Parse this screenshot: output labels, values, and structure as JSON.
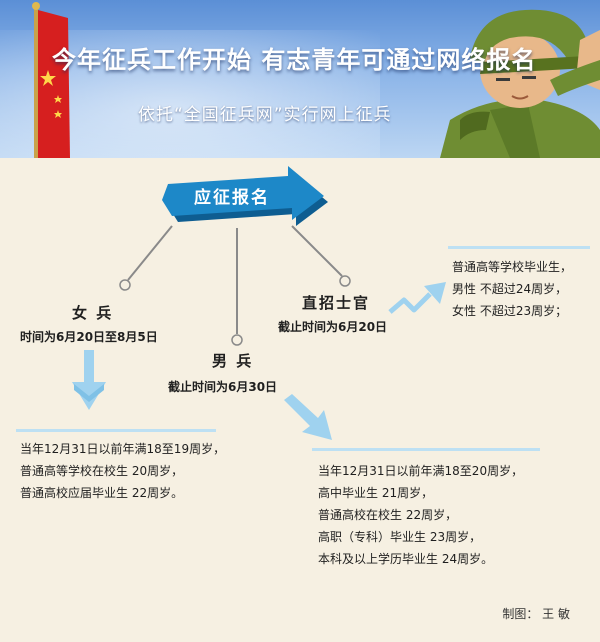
{
  "header": {
    "title": "今年征兵工作开始  有志青年可通过网络报名",
    "subtitle": "依托“全国征兵网”实行网上征兵"
  },
  "center": {
    "label": "应征报名"
  },
  "female": {
    "label": "女  兵",
    "deadline": "时间为6月20日至8月5日",
    "lines": [
      "当年12月31日以前年满18至19周岁，",
      "普通高等学校在校生 20周岁，",
      "普通高校应届毕业生 22周岁。"
    ]
  },
  "male": {
    "label": "男  兵",
    "deadline": "截止时间为6月30日",
    "lines": [
      "当年12月31日以前年满18至20周岁，",
      "高中毕业生 21周岁，",
      "普通高校在校生 22周岁，",
      "高职（专科）毕业生 23周岁，",
      "本科及以上学历毕业生 24周岁。"
    ]
  },
  "officer": {
    "label": "直招士官",
    "deadline": "截止时间为6月20日",
    "lines": [
      "普通高等学校毕业生，",
      "男性  不超过24周岁，",
      "女性  不超过23周岁；"
    ]
  },
  "credit": "制图： 王 敏",
  "colors": {
    "background": "#f6f0e2",
    "arrow_blue": "#1d88c8",
    "light_blue": "#9fd2ef",
    "flag_red": "#d61f1f",
    "soldier_green": "#7f9f3f"
  }
}
